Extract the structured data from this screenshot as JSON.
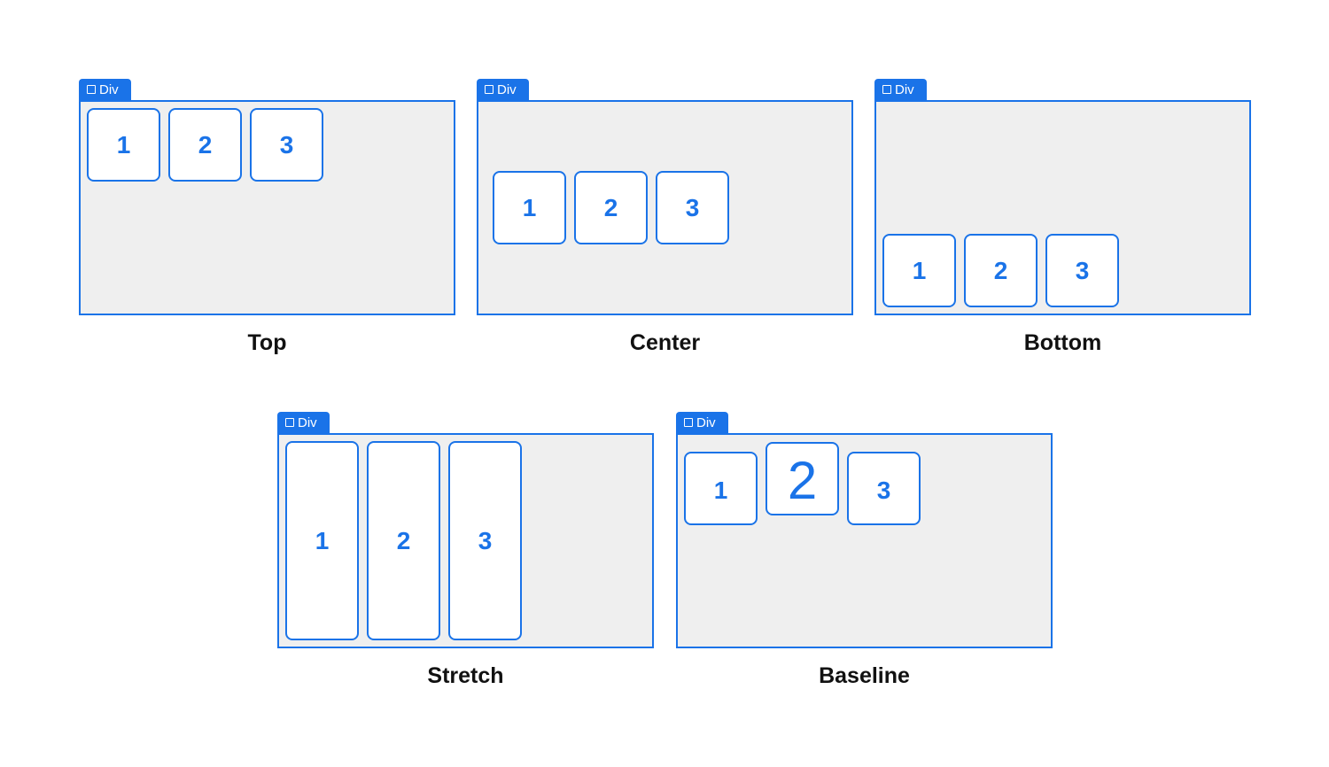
{
  "tag_label": "Div",
  "accent_color": "#1a73e8",
  "panels": [
    {
      "caption": "Top",
      "items": [
        "1",
        "2",
        "3"
      ]
    },
    {
      "caption": "Center",
      "items": [
        "1",
        "2",
        "3"
      ]
    },
    {
      "caption": "Bottom",
      "items": [
        "1",
        "2",
        "3"
      ]
    },
    {
      "caption": "Stretch",
      "items": [
        "1",
        "2",
        "3"
      ]
    },
    {
      "caption": "Baseline",
      "items": [
        "1",
        "2",
        "3"
      ]
    }
  ]
}
